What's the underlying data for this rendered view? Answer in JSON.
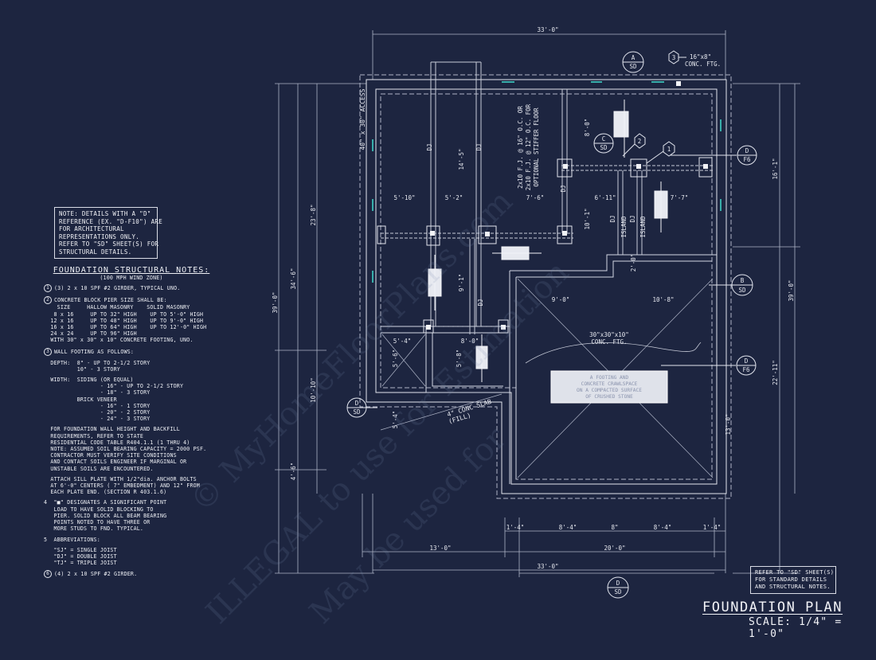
{
  "dimensions": {
    "top_overall": "33'-0\"",
    "bottom_overall": "33'-0\"",
    "bottom_left": "13'-0\"",
    "bottom_right": "20'-0\"",
    "bottom_segments": [
      "1'-4\"",
      "8'-4\"",
      "8\"",
      "8'-4\"",
      "1'-4\""
    ],
    "left_outer": "39'-0\"",
    "left_top": "23'-8\"",
    "left_mid": "10'-10\"",
    "left_bot": "4'-6\"",
    "left_inner": "34'-6\"",
    "right_outer": "39'-0\"",
    "right_top": "16'-1\"",
    "right_bot": "22'-11\"",
    "d_5_10": "5'-10\"",
    "d_5_2": "5'-2\"",
    "d_7_6": "7'-6\"",
    "d_6_11": "6'-11\"",
    "d_7_7": "7'-7\"",
    "d_14_5": "14'-5\"",
    "d_8_0": "8'-0\"",
    "d_10_1": "10'-1\"",
    "d_9_1": "9'-1\"",
    "d_2_0": "2'-0\"",
    "d_9_0": "9'-0\"",
    "d_10_8": "10'-8\"",
    "d_5_4": "5'-4\"",
    "d_5_6": "5'-6\"",
    "d_8_0b": "8'-0\"",
    "d_5_8": "5'-8\"",
    "d_5_4b": "5'-4\"",
    "d_13_0": "13'-0\""
  },
  "labels": {
    "access": "40\" x 30\" ACCESS",
    "joist_note": [
      "2x10 F.J. @ 16\" O.C. OR",
      "2x10 F.J. @ 12\" O.C. FOR",
      "OPTIONAL STIFFER FLOOR"
    ],
    "dj": "DJ",
    "island": "ISLAND",
    "conc_ftg": [
      "30\"x30\"x10\"",
      "CONC. FTG."
    ],
    "slab": [
      "4\" CONC SLAB",
      "(FILL)"
    ],
    "ftg_16": [
      "16\"x8\"",
      "CONC. FTG."
    ],
    "center_box": [
      "A FOOTING AND",
      "CONCRETE CRAWLSPACE",
      "ON A COMPACTED SURFACE",
      "OF CRUSHED STONE"
    ]
  },
  "callouts": [
    {
      "top": "A",
      "bottom": "SD"
    },
    {
      "top": "C",
      "bottom": "SD"
    },
    {
      "top": "D",
      "bottom": "F6"
    },
    {
      "top": "B",
      "bottom": "SD"
    },
    {
      "top": "D",
      "bottom": "F6"
    },
    {
      "top": "D",
      "bottom": "SD"
    },
    {
      "top": "D",
      "bottom": "SD"
    }
  ],
  "hex_tags": [
    "3",
    "2",
    "1"
  ],
  "note_box": [
    "NOTE: DETAILS WITH A \"D\"",
    "REFERENCE (EX. \"D-F10\") ARE",
    "FOR ARCHITECTURAL",
    "REPRESENTATIONS ONLY.",
    "REFER TO \"SD\" SHEET(S) FOR",
    "STRUCTURAL DETAILS."
  ],
  "notes": {
    "title": "FOUNDATION STRUCTURAL NOTES:",
    "subtitle": "(100 MPH WIND ZONE)",
    "lines": [
      {
        "n": "1",
        "t": "(3) 2 x 10 SPF #2 GIRDER, TYPICAL UNO."
      },
      {
        "gap": true
      },
      {
        "n": "2",
        "t": "CONCRETE BLOCK PIER SIZE SHALL BE:"
      },
      {
        "t": "    SIZE     HALLOW MASONRY    SOLID MASONRY"
      },
      {
        "t": "   8 x 16     UP TO 32\" HIGH    UP TO 5'-0\" HIGH"
      },
      {
        "t": "  12 x 16     UP TO 48\" HIGH    UP TO 9'-0\" HIGH"
      },
      {
        "t": "  16 x 16     UP TO 64\" HIGH    UP TO 12'-0\" HIGH"
      },
      {
        "t": "  24 x 24     UP TO 96\" HIGH"
      },
      {
        "t": "  WITH 30\" x 30\" x 10\" CONCRETE FOOTING, UNO."
      },
      {
        "gap": true
      },
      {
        "n": "3",
        "t": "WALL FOOTING AS FOLLOWS:"
      },
      {
        "gap": true
      },
      {
        "t": "  DEPTH:  8\" - UP TO 2-1/2 STORY"
      },
      {
        "t": "          10\" - 3 STORY"
      },
      {
        "gap": true
      },
      {
        "t": "  WIDTH:  SIDING (OR EQUAL)"
      },
      {
        "t": "                 - 16\" - UP TO 2-1/2 STORY"
      },
      {
        "t": "                 - 18\" - 3 STORY"
      },
      {
        "t": "          BRICK VENEER"
      },
      {
        "t": "                 - 16\" - 1 STORY"
      },
      {
        "t": "                 - 20\" - 2 STORY"
      },
      {
        "t": "                 - 24\" - 3 STORY"
      },
      {
        "gap": true
      },
      {
        "t": "  FOR FOUNDATION WALL HEIGHT AND BACKFILL"
      },
      {
        "t": "  REQUIREMENTS, REFER TO STATE"
      },
      {
        "t": "  RESIDENTIAL CODE TABLE R404.1.1 (1 THRU 4)"
      },
      {
        "t": "  NOTE: ASSUMED SOIL BEARING CAPACITY = 2000 PSF."
      },
      {
        "t": "  CONTRACTOR MUST VERIFY SITE CONDITIONS"
      },
      {
        "t": "  AND CONTACT SOILS ENGINEER IF MARGINAL OR"
      },
      {
        "t": "  UNSTABLE SOILS ARE ENCOUNTERED."
      },
      {
        "gap": true
      },
      {
        "t": "  ATTACH SILL PLATE WITH 1/2\"dia. ANCHOR BOLTS"
      },
      {
        "t": "  AT 6'-0\" CENTERS ( 7\" EMBEDMENT) AND 12\" FROM"
      },
      {
        "t": "  EACH PLATE END. (SECTION R 403.1.6)"
      },
      {
        "gap": true
      },
      {
        "t": "4  \"■\" DESIGNATES A SIGNIFICANT POINT"
      },
      {
        "t": "   LOAD TO HAVE SOLID BLOCKING TO"
      },
      {
        "t": "   PIER. SOLID BLOCK ALL BEAM BEARING"
      },
      {
        "t": "   POINTS NOTED TO HAVE THREE OR"
      },
      {
        "t": "   MORE STUDS TO FND. TYPICAL."
      },
      {
        "gap": true
      },
      {
        "t": "5  ABBREVIATIONS:"
      },
      {
        "gap": true
      },
      {
        "t": "   \"SJ\" = SINGLE JOIST"
      },
      {
        "t": "   \"DJ\" = DOUBLE JOIST"
      },
      {
        "t": "   \"TJ\" = TRIPLE JOIST"
      },
      {
        "gap": true
      },
      {
        "n": "6",
        "t": "(4) 2 x 10 SPF #2 GIRDER."
      }
    ]
  },
  "refer_box": [
    "REFER TO \"SD\" SHEET(S)",
    "FOR STANDARD DETAILS",
    "AND STRUCTURAL NOTES."
  ],
  "plan_title": "FOUNDATION PLAN",
  "scale": "SCALE: 1/4\" = 1'-0\"",
  "watermark": [
    "© MyHomeFloorPlans.com",
    "ILLEGAL to use for Estimation",
    "May be used for"
  ],
  "colors": {
    "background": "#1d2540",
    "line": "#d9dce6",
    "dim": "#aeb4c6",
    "accent": "#3fd1c6"
  }
}
